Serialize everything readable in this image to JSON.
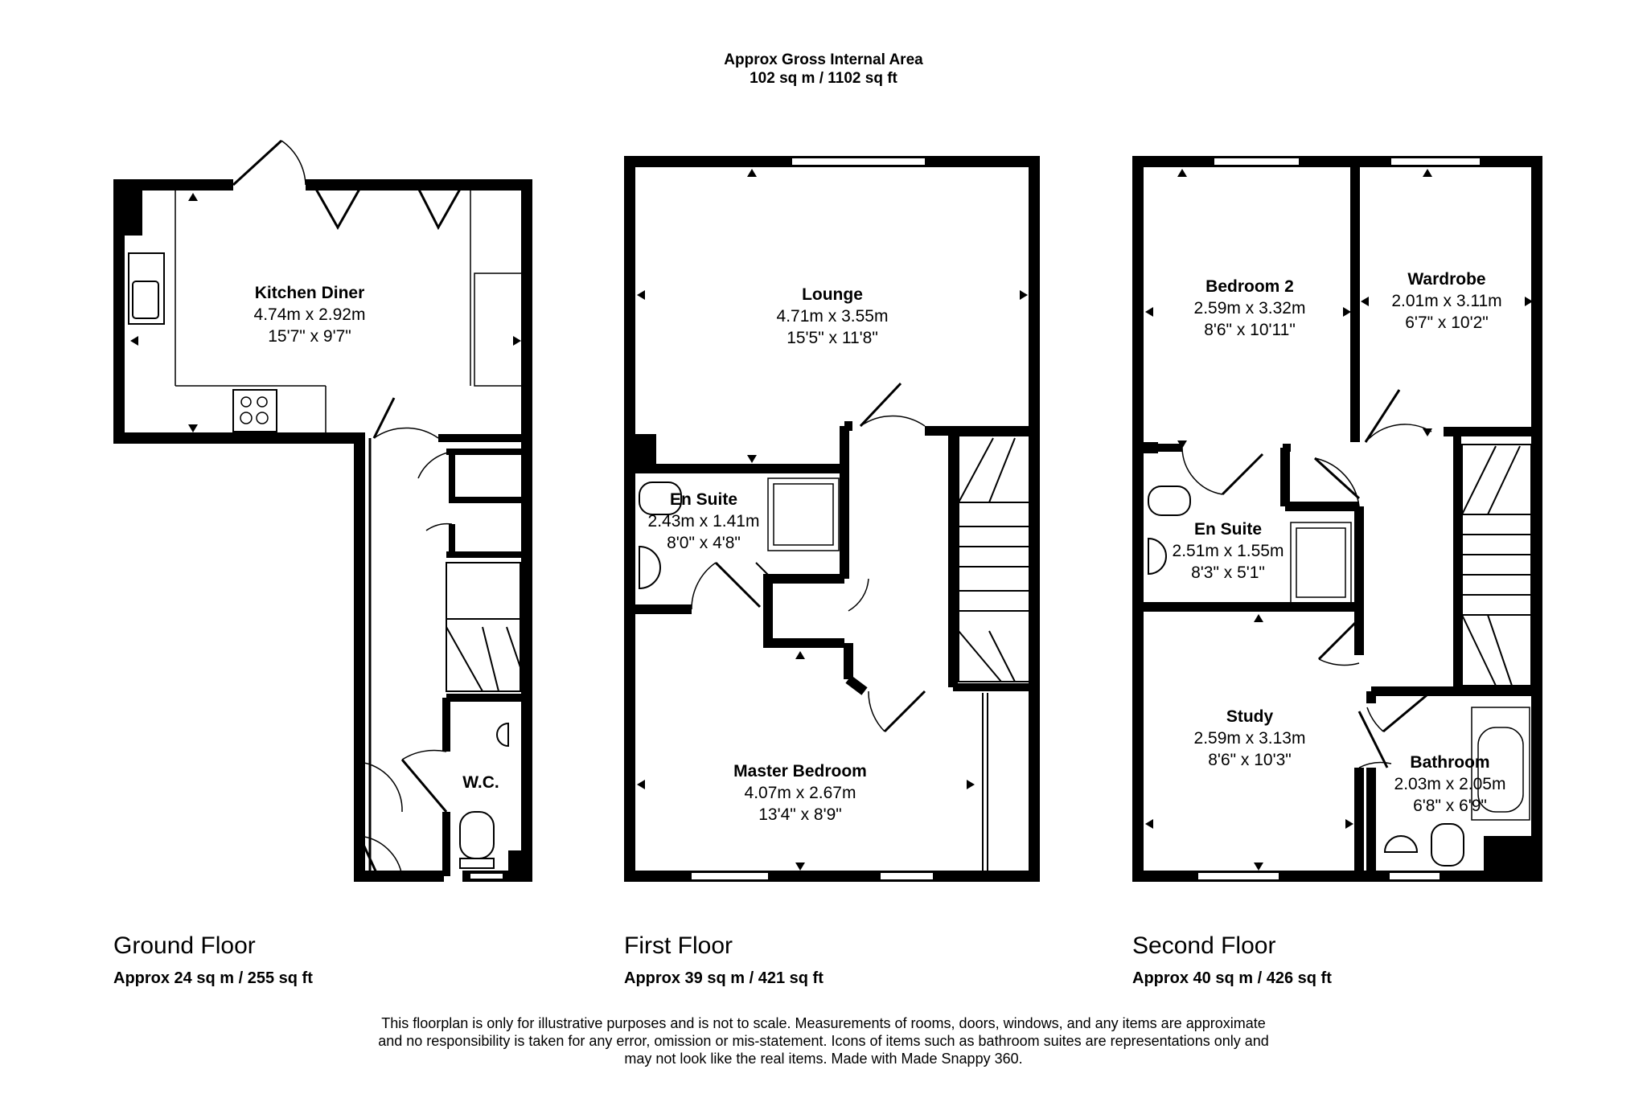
{
  "header": {
    "title": "Approx Gross Internal Area",
    "area": "102 sq m / 1102 sq ft"
  },
  "floors": {
    "ground": {
      "title": "Ground Floor",
      "area": "Approx 24 sq m / 255 sq ft"
    },
    "first": {
      "title": "First Floor",
      "area": "Approx 39 sq m / 421 sq ft"
    },
    "second": {
      "title": "Second Floor",
      "area": "Approx 40 sq m / 426 sq ft"
    }
  },
  "rooms": {
    "kitchen": {
      "name": "Kitchen Diner",
      "metric": "4.74m x 2.92m",
      "imperial": "15'7\" x 9'7\""
    },
    "wc": {
      "name": "W.C."
    },
    "lounge": {
      "name": "Lounge",
      "metric": "4.71m x 3.55m",
      "imperial": "15'5\" x 11'8\""
    },
    "ensuite1": {
      "name": "En Suite",
      "metric": "2.43m x 1.41m",
      "imperial": "8'0\" x 4'8\""
    },
    "master": {
      "name": "Master Bedroom",
      "metric": "4.07m x 2.67m",
      "imperial": "13'4\" x 8'9\""
    },
    "bedroom2": {
      "name": "Bedroom 2",
      "metric": "2.59m x 3.32m",
      "imperial": "8'6\" x 10'11\""
    },
    "wardrobe": {
      "name": "Wardrobe",
      "metric": "2.01m x 3.11m",
      "imperial": "6'7\" x 10'2\""
    },
    "ensuite2": {
      "name": "En Suite",
      "metric": "2.51m x 1.55m",
      "imperial": "8'3\" x 5'1\""
    },
    "study": {
      "name": "Study",
      "metric": "2.59m x 3.13m",
      "imperial": "8'6\" x 10'3\""
    },
    "bathroom": {
      "name": "Bathroom",
      "metric": "2.03m x 2.05m",
      "imperial": "6'8\" x 6'9\""
    }
  },
  "disclaimer": {
    "line1": "This floorplan is only for illustrative purposes and is not to scale. Measurements of rooms, doors, windows, and any items are approximate",
    "line2": "and no responsibility is taken for any error, omission or mis-statement. Icons of items such as bathroom suites are representations only and",
    "line3": "may not look like the real items. Made with Made Snappy 360."
  }
}
